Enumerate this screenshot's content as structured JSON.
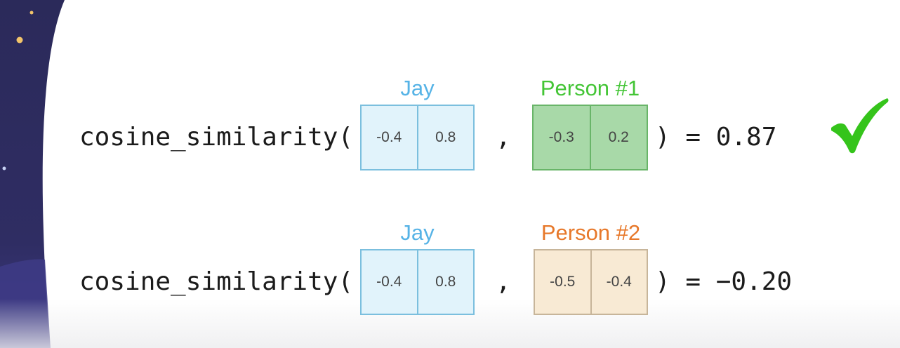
{
  "colors": {
    "sidebar": "#2b2a5a",
    "sidebar_bottom": "#3e3b86",
    "jay": "#56b3e6",
    "jay_fill": "#e1f3fb",
    "jay_border": "#7bbfde",
    "person1": "#43c535",
    "person1_fill": "#a8d9a8",
    "person1_border": "#69b569",
    "person2": "#e7782a",
    "person2_fill": "#f8ead4",
    "person2_border": "#c7b59a",
    "check": "#35c41b",
    "dots": "#f2c46a"
  },
  "rows": [
    {
      "function_text": "cosine_similarity(",
      "left_label": "Jay",
      "left_values": [
        "-0.4",
        "0.8"
      ],
      "comma": ",",
      "right_label": "Person #1",
      "right_values": [
        "-0.3",
        "0.2"
      ],
      "result_text": ") = 0.87"
    },
    {
      "function_text": "cosine_similarity(",
      "left_label": "Jay",
      "left_values": [
        "-0.4",
        "0.8"
      ],
      "comma": ",",
      "right_label": "Person #2",
      "right_values": [
        "-0.5",
        "-0.4"
      ],
      "result_text": ") = −0.20"
    }
  ],
  "check_icon": "checkmark-icon"
}
